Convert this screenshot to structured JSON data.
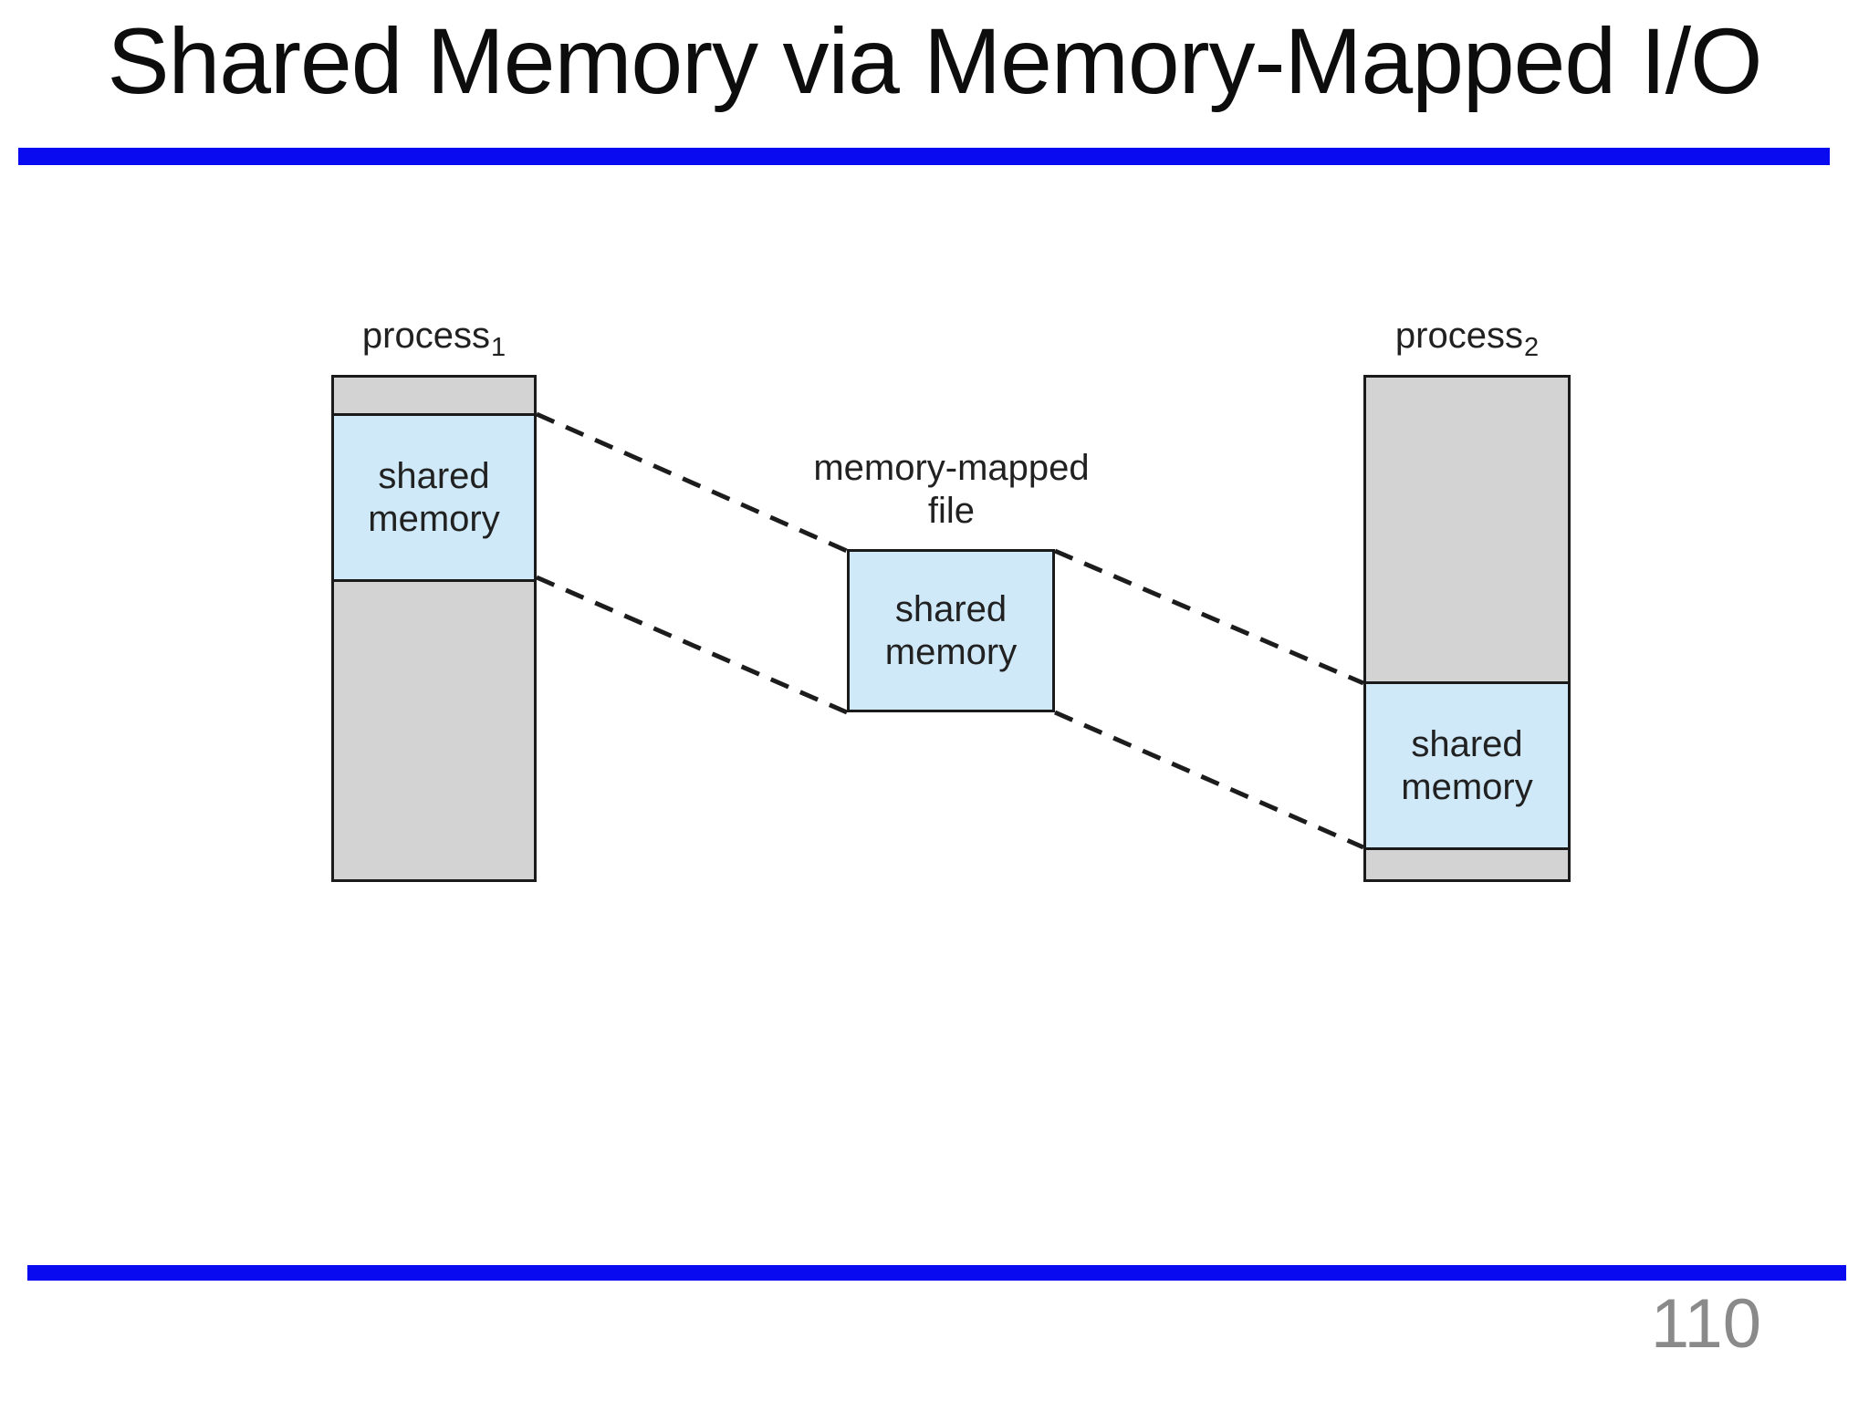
{
  "slide": {
    "title": "Shared Memory via Memory-Mapped I/O",
    "page_number": "110"
  },
  "colors": {
    "accent_blue": "#0a0af0",
    "box_blue": "#cfe9f8",
    "box_gray": "#d3d3d3",
    "outline": "#1a1a1a",
    "text_dark": "#212121",
    "page_number_gray": "#8a8a8a",
    "background": "#ffffff"
  },
  "diagram": {
    "shared_memory_label": "shared\nmemory",
    "mapped_file_label": "memory-mapped\nfile",
    "processes": [
      {
        "name": "process",
        "sub": "1"
      },
      {
        "name": "process",
        "sub": "2"
      }
    ]
  }
}
